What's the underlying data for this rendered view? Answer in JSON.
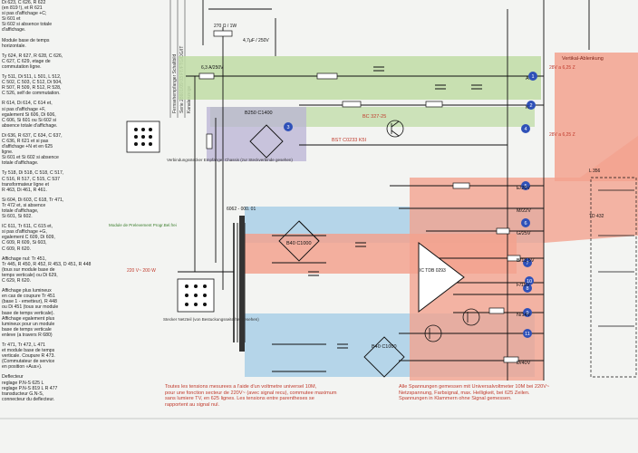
{
  "notes": [
    "Di 623, C 626, R 622\n(en 819 !), et R 621\nsi pas d'affichage +C;\nSi 601 et\nSi 602 si absence totale\nd'affichage.",
    "Module base de temps\nhorizontale.",
    "Ty 624, R 627, R 628, C 626,\nC 627, C 629, etage de\ncommutation ligne.",
    "Ty 511, Di 511, L 501, L 512,\nC 502, C 503, C 512, Di 504,\nR 507, R 509, R 512, R 528,\nC 526, self de commutation.",
    "R 614, Di 614, C 614 et,\nsi pas d'affichage +F,\negalement Si 606, Di 606,\nC 606, Si 601 ou Si 602 si\nabsence totale d'affichage.",
    "Di 636, R 637, C 634, C 637,\nC 636, R 621 et si pas\nd'affichage +N et en 625\nligne.\nSi 601 et Si 602 si absence\ntotale d'affichage.",
    "Ty 518, Di 518, C 518, C 517,\nC 516, R 517, C 515, C 537\ntransformateur ligne et\nR 463, Di 461, R 461.",
    "Si 604, Di 603, C 618, Tr 471,\nTr 472 et, si absence\ntotale d'affichage,\nSi 601, Si 602.",
    "IC 611, Tr 611, C 615 et,\nsi pas d'affichage +G,\negalement C 609, Di 609,\nC 609, R 609, Si 603,\nC 609, R 620.",
    "Affichage nul: Tr 451,\nTr 445, R 450, R 452, R 453, D 451, R 448\n(tous sur module base de\ntemps verticale) ou Di 629,\nC 629, R 620.",
    "Affichage plus lumineux\nen cas de coupure Tr 451\n(base 1 - emetteur), R 448\nou Di 451 (tous sur module\nbase de temps verticale).\nAffichage egalement plus\nlumineux pour un module\nbase de temps verticale\nenleve (a travers R 680)",
    "Tr 471, Tr 472, L 471\net module base de temps\nverticale. Coupure R 473.\n(Commutateur de service\nen position «Aus»).",
    "Deflecteur\nreglage P.N-S 625 L\nreglage P.N-S 819 L R 477\ntransducteur G.N-S,\nconnecteur du deflecteur."
  ],
  "title_block": {
    "line1": "Fernsehempfanger Schaltbild",
    "line2": "Serie 28601/09 03  FT/FTG/DG/IT",
    "line3": "Kanalanzeige"
  },
  "labels": {
    "fuse": "6,3 A/250V",
    "r_top": "270 Ω / 1W",
    "c_top": "4,7µF / 250V",
    "b250": "B250 C1400",
    "bst": "BST C0233 K5I",
    "bc327": "BC 327-25",
    "b40": "B40 C1000",
    "b40b": "B40 C1000",
    "ic": "IC TDB 0293",
    "cable": "6062 - 000. 01",
    "mains": "220 V~\n200 W",
    "connector1_caption": "Verbindungsstecker\nEmpfanger Chassis\n(zur Steckverbinde gesehen)",
    "connector2_caption": "Stecker Netzteil\n(von Bestuckungsseite\nher gesehen)",
    "module_text": "Module de\nPrelevement\nProgr.Bel.frei",
    "r_node_right": "28V a 6,25 Z",
    "r_node_right2": "28V a 6,25 Z",
    "r_box_title": "Vertikal-Ablenkung",
    "l356": "L 356",
    "ts_label": "TD 432",
    "pos_v": "A",
    "pos_k": "K",
    "pos_f": "F/15V",
    "pos_n": "N/14V",
    "pos_b": "B/13,5V",
    "pos_d": "D/40V",
    "pos_e": "E/26V",
    "pos_m": "M/22V",
    "pos_g": "G/25V"
  },
  "nodes": [
    "1",
    "2",
    "3",
    "4",
    "5",
    "6",
    "7",
    "8",
    "9",
    "10",
    "11"
  ],
  "footer": {
    "fr": "Toutes les tensions mesurees a l'aide d'un voltmetre universel 10M,\npour une fonction secteur de 220V~ (avec signal recu), commutee maximum\nsans lumiere TV, en 625 lignes. Les tensions entre parentheses se\nrapportent au signal nul.",
    "de": "Alle Spannungen gemessen mit Universalvoltmeter 10M bei 220V~\nNetzspannung, Farbsignal, max. Helligkeit, bei 625 Zeilen.\nSpannungen in Klammern ohne Signal gemessen."
  },
  "colors": {
    "green": "#bfdca6",
    "blue": "#a9cfe8",
    "red": "#f2a28f",
    "purple": "#b9b3d4",
    "node": "#2f51b8",
    "wire": "#111111",
    "redbox": "#c0392b"
  }
}
